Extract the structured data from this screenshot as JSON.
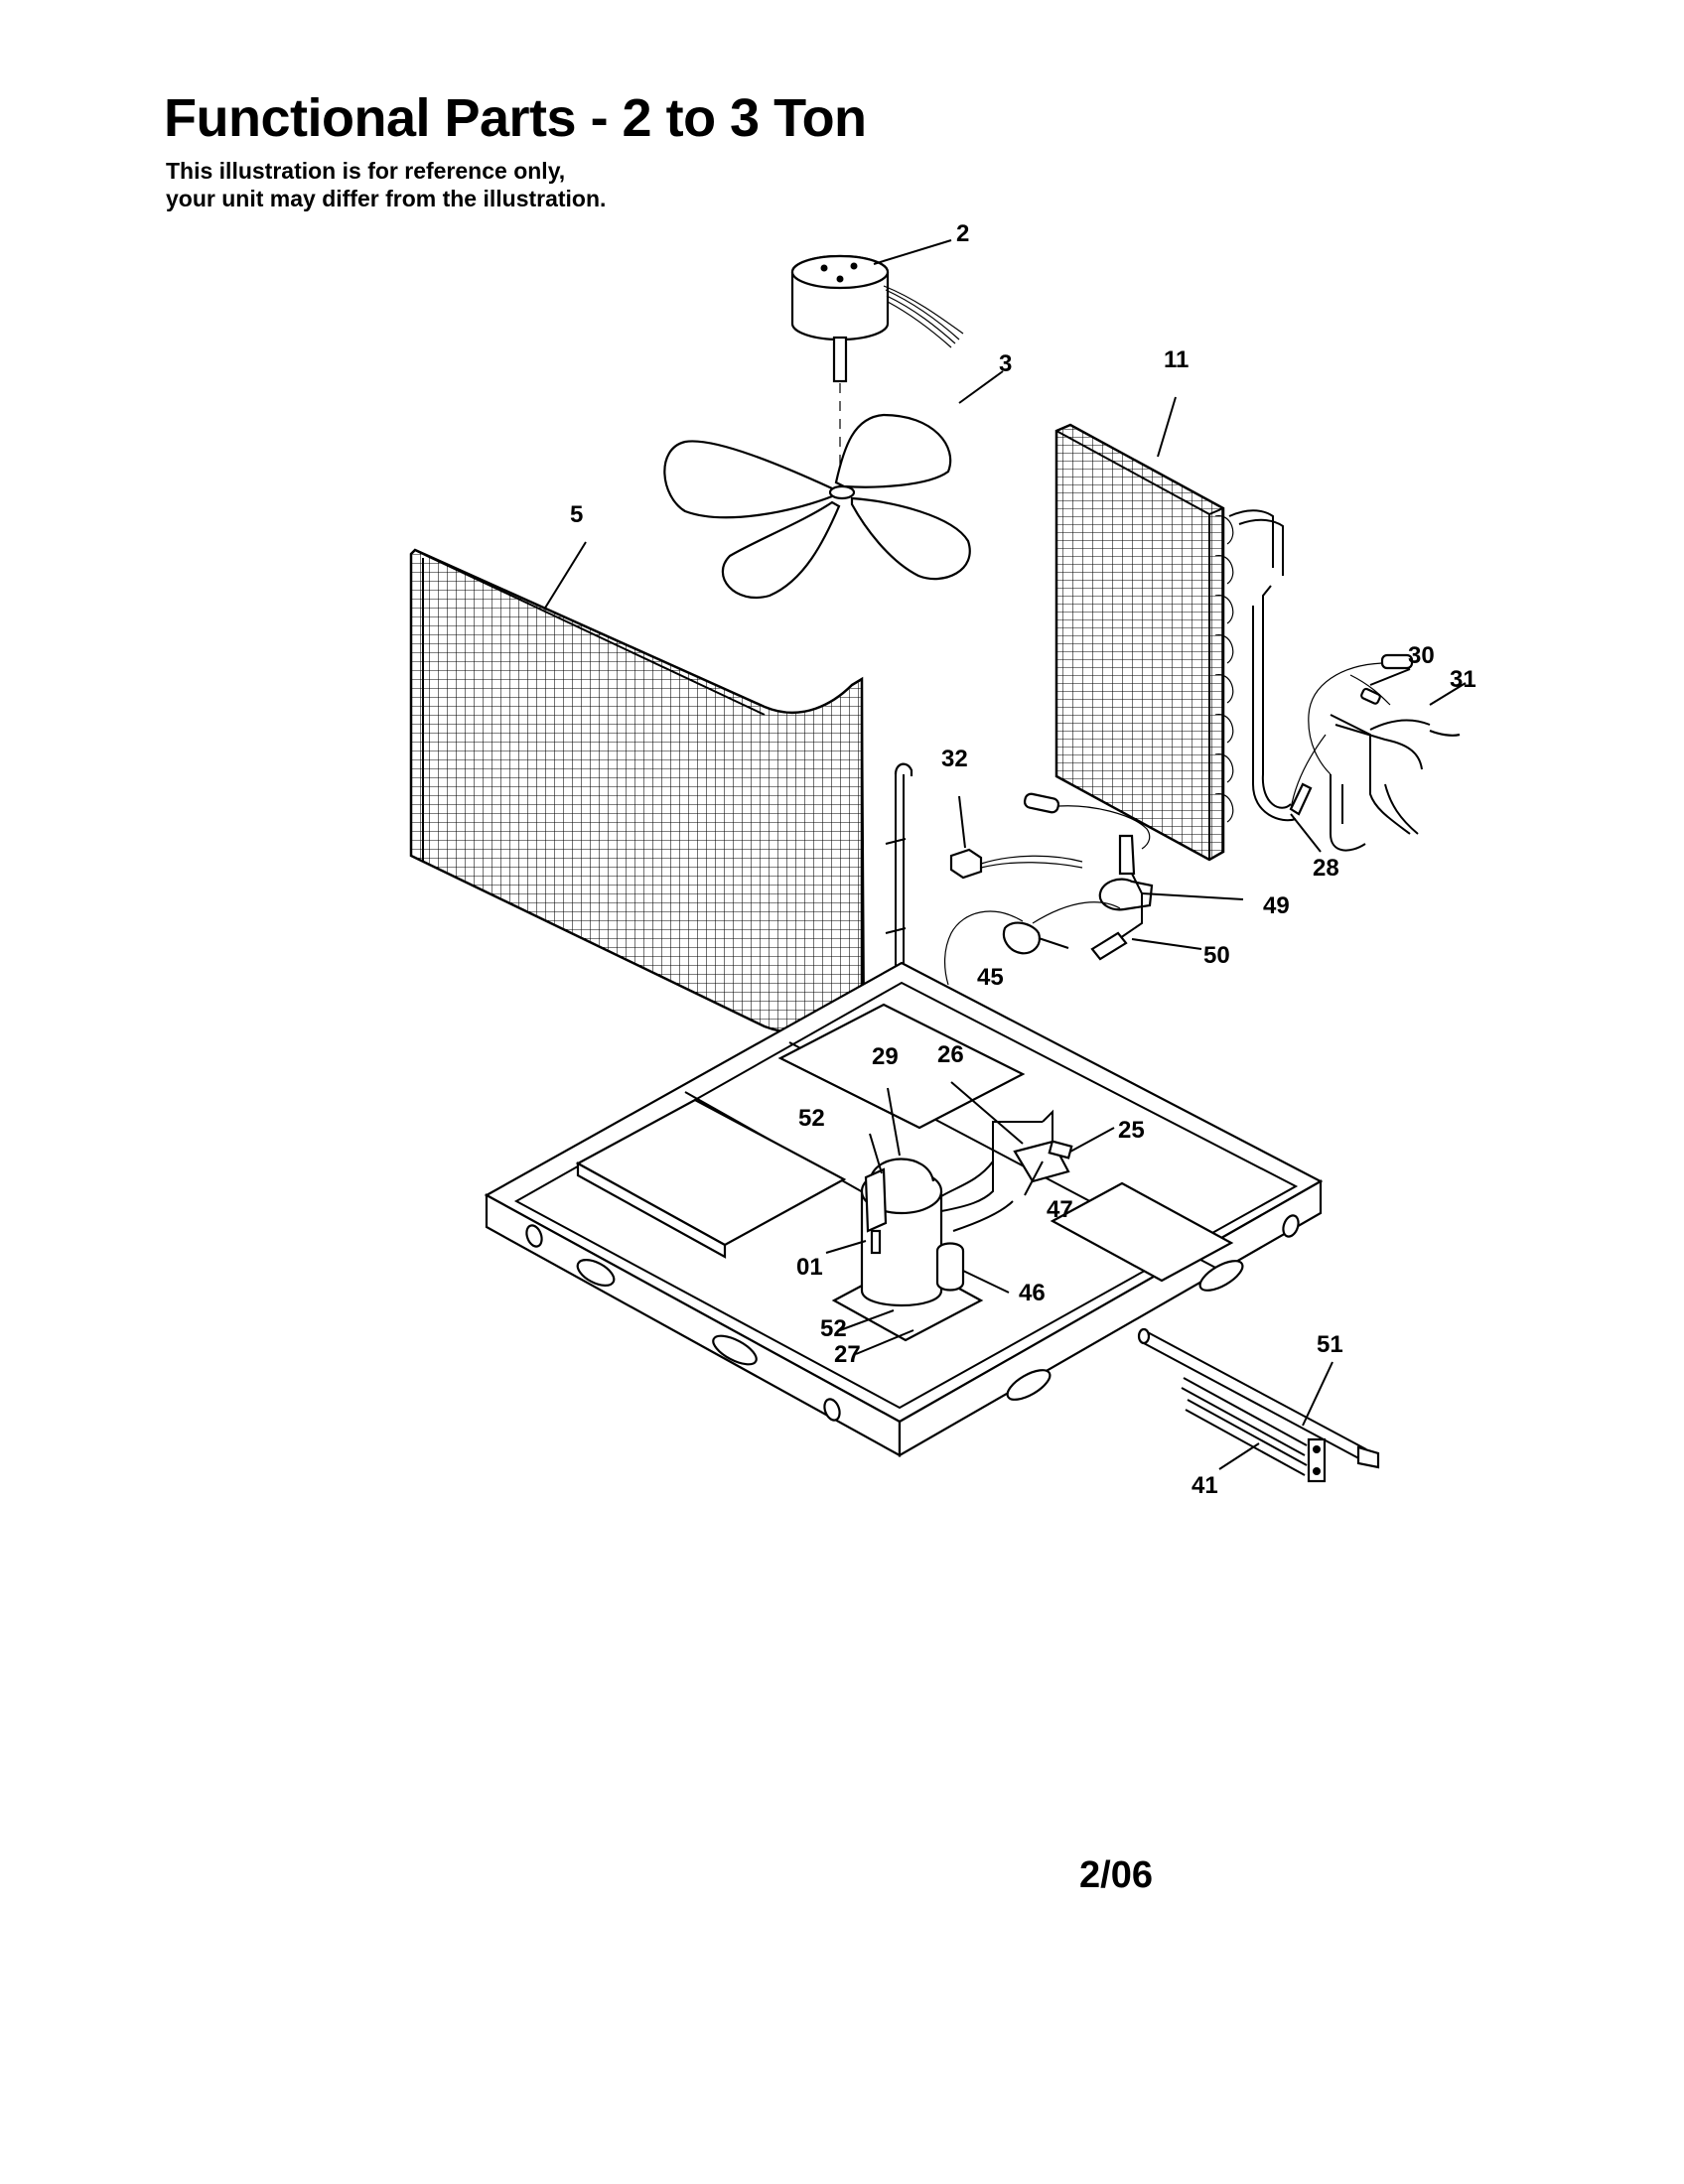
{
  "header": {
    "title": "Functional Parts - 2 to 3 Ton",
    "subtitle_line1": "This illustration is for reference only,",
    "subtitle_line2": "your unit may differ from the illustration."
  },
  "footer": {
    "date": "2/06"
  },
  "callouts": [
    "2",
    "3",
    "11",
    "5",
    "30",
    "31",
    "32",
    "28",
    "49",
    "50",
    "45",
    "29",
    "26",
    "25",
    "52",
    "47",
    "01",
    "46",
    "52",
    "27",
    "51",
    "41"
  ]
}
